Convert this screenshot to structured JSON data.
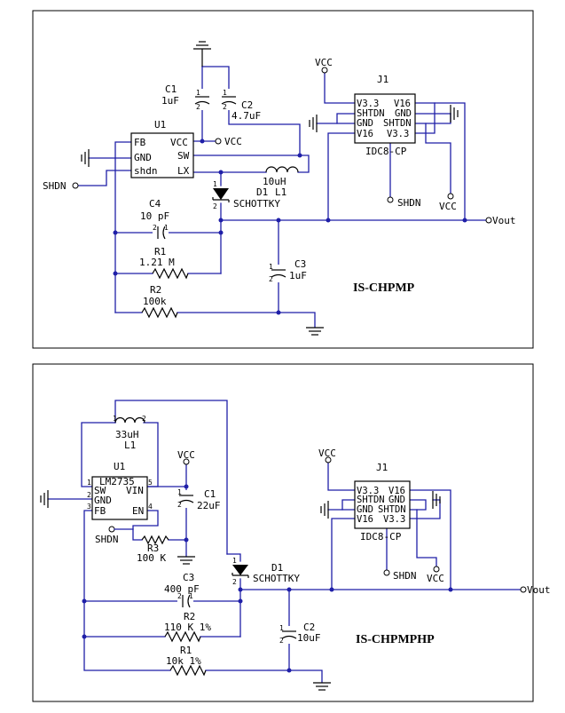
{
  "top": {
    "title": "IS-CHPMP",
    "u1": {
      "ref": "U1",
      "pins": [
        "FB",
        "GND",
        "shdn",
        "VCC",
        "SW",
        "LX"
      ]
    },
    "j1": {
      "ref": "J1",
      "part": "IDC8-CP",
      "pins": [
        "V3.3",
        "V16",
        "SHTDN",
        "GND",
        "GND",
        "SHTDN",
        "V16",
        "V3.3"
      ]
    },
    "c1": {
      "ref": "C1",
      "value": "1uF"
    },
    "c2": {
      "ref": "C2",
      "value": "4.7uF"
    },
    "c3": {
      "ref": "C3",
      "value": "1uF"
    },
    "c4": {
      "ref": "C4",
      "value": "10 pF"
    },
    "r1": {
      "ref": "R1",
      "value": "1.21 M"
    },
    "r2": {
      "ref": "R2",
      "value": "100k"
    },
    "l1": {
      "ref": "L1",
      "value": "10uH"
    },
    "d1": {
      "ref": "D1",
      "value": "SCHOTTKY"
    },
    "net_vcc": "VCC",
    "net_vcc2": "VCC",
    "net_vcc3": "VCC",
    "net_shdn_in": "SHDN",
    "net_shdn": "SHDN",
    "net_vout": "Vout"
  },
  "bottom": {
    "title": "IS-CHPMPHP",
    "u1": {
      "ref": "U1",
      "part": "LM2735",
      "pins": [
        "SW",
        "GND",
        "FB",
        "VIN",
        "EN"
      ],
      "pin_nums": [
        "1",
        "2",
        "3",
        "5",
        "4"
      ]
    },
    "j1": {
      "ref": "J1",
      "part": "IDC8-CP",
      "pins": [
        "V3.3",
        "V16",
        "SHTDN",
        "GND",
        "GND",
        "SHTDN",
        "V16",
        "V3.3"
      ]
    },
    "l1": {
      "ref": "L1",
      "value": "33uH"
    },
    "c1": {
      "ref": "C1",
      "value": "22uF"
    },
    "c2": {
      "ref": "C2",
      "value": "10uF"
    },
    "c3": {
      "ref": "C3",
      "value": "400 pF"
    },
    "r1": {
      "ref": "R1",
      "value": "10k 1%"
    },
    "r2": {
      "ref": "R2",
      "value": "110 K 1%"
    },
    "r3": {
      "ref": "R3",
      "value": "100 K"
    },
    "d1": {
      "ref": "D1",
      "value": "SCHOTTKY"
    },
    "net_vcc": "VCC",
    "net_vcc2": "VCC",
    "net_vcc3": "VCC",
    "net_shdn_in": "SHDN",
    "net_shdn": "SHDN",
    "net_vout": "Vout"
  }
}
